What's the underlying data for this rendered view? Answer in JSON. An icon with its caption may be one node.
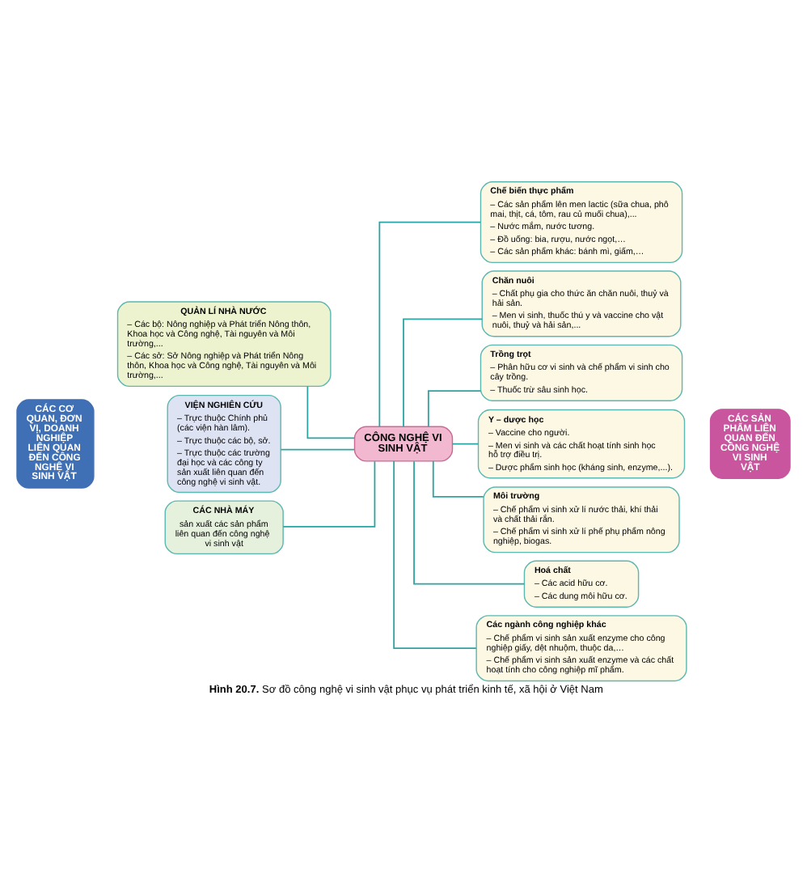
{
  "diagram": {
    "caption": "**Hình 20.7.** Sơ đồ công nghệ vi sinh vật phục vụ phát triển kinh tế, xã hội ở Việt Nam",
    "nodes": [
      {
        "text": [
          "CÁC CƠ QUAN, ĐƠN VỊ, DOANH NGHIỆP LIÊN QUAN ĐẾN CÔNG NGHỆ VI SINH VẬT"
        ]
      },
      {
        "text": [
          "QUẢN LÍ NHÀ NƯỚC",
          "– Các bộ: Nông nghiệp và Phát triển Nông thôn, Khoa học và Công nghệ, Tài nguyên và Môi trường,...",
          "– Các sở: Sở Nông nghiệp và Phát triển Nông thôn, Khoa học và Công nghệ, Tài nguyên và Môi trường,..."
        ]
      },
      {
        "text": [
          "VIỆN NGHIÊN CỨU",
          "– Trực thuộc Chính phủ (các viện hàn lâm).",
          "– Trực thuộc các bộ, sở.",
          "– Trực thuộc các trường đại học và các công ty sản xuất liên quan đến công nghệ vi sinh vật."
        ]
      },
      {
        "text": [
          "CÔNG NGHỆ VI SINH VẬT"
        ]
      },
      {
        "text": [
          "CÁC NHÀ MÁY",
          "sản xuất các sản phẩm liên quan đến công nghệ vi sinh vật"
        ]
      },
      {
        "text": [
          "Chế biến thực phẩm",
          "– Các sản phẩm lên men lactic (sữa chua, phô mai, thịt, cá, tôm, rau củ muối chua),...",
          "– Nước mắm, nước tương.",
          "– Đồ uống: bia, rượu, nước ngọt,…",
          "– Các sản phẩm khác: bánh mì, giấm,…"
        ]
      },
      {
        "text": [
          "Chăn nuôi",
          "– Chất phụ gia cho thức ăn chăn nuôi, thuỷ và hải sản.",
          "– Men vi sinh, thuốc thú y và vaccine cho vật nuôi, thuỷ và hải sản,..."
        ]
      },
      {
        "text": [
          "Trồng trọt",
          "– Phân hữu cơ vi sinh và chế phẩm vi sinh cho cây trồng.",
          "– Thuốc trừ sâu sinh học."
        ]
      },
      {
        "text": [
          "Y – dược học",
          "– Vaccine cho người.",
          "– Men vi sinh và các chất hoạt tính sinh học hỗ trợ điều trị.",
          "– Dược phẩm sinh học (kháng sinh, enzyme,...)."
        ]
      },
      {
        "text": [
          "Môi trường",
          "– Chế phẩm vi sinh xử lí nước thải, khí thải và chất thải rắn.",
          "– Chế phẩm vi sinh xử lí phế phụ phẩm nông nghiệp, biogas."
        ]
      },
      {
        "text": [
          "Hoá chất",
          "– Các acid hữu cơ.",
          "– Các dung môi hữu cơ."
        ]
      },
      {
        "text": [
          "Các ngành công nghiệp khác",
          "– Chế phẩm vi sinh sản xuất enzyme cho công nghiệp giấy, dệt nhuộm, thuộc da,…",
          "– Chế phẩm vi sinh sản xuất enzyme và các chất hoạt tính cho công nghiệp mĩ phẩm."
        ]
      },
      {
        "text": [
          "CÁC SẢN PHẨM LIÊN QUAN ĐẾN CÔNG NGHỆ VI SINH VẬT"
        ]
      }
    ],
    "edges": [
      {
        "from": 1,
        "to": 3,
        "arrow": "none"
      },
      {
        "from": 2,
        "to": 3,
        "arrow": "none"
      },
      {
        "from": 4,
        "to": 3,
        "arrow": "none"
      },
      {
        "from": 3,
        "to": 5,
        "arrow": "none"
      },
      {
        "from": 3,
        "to": 6,
        "arrow": "none"
      },
      {
        "from": 3,
        "to": 7,
        "arrow": "none"
      },
      {
        "from": 3,
        "to": 8,
        "arrow": "none"
      },
      {
        "from": 3,
        "to": 9,
        "arrow": "none"
      },
      {
        "from": 3,
        "to": 10,
        "arrow": "none"
      },
      {
        "from": 3,
        "to": 11,
        "arrow": "none"
      }
    ]
  }
}
